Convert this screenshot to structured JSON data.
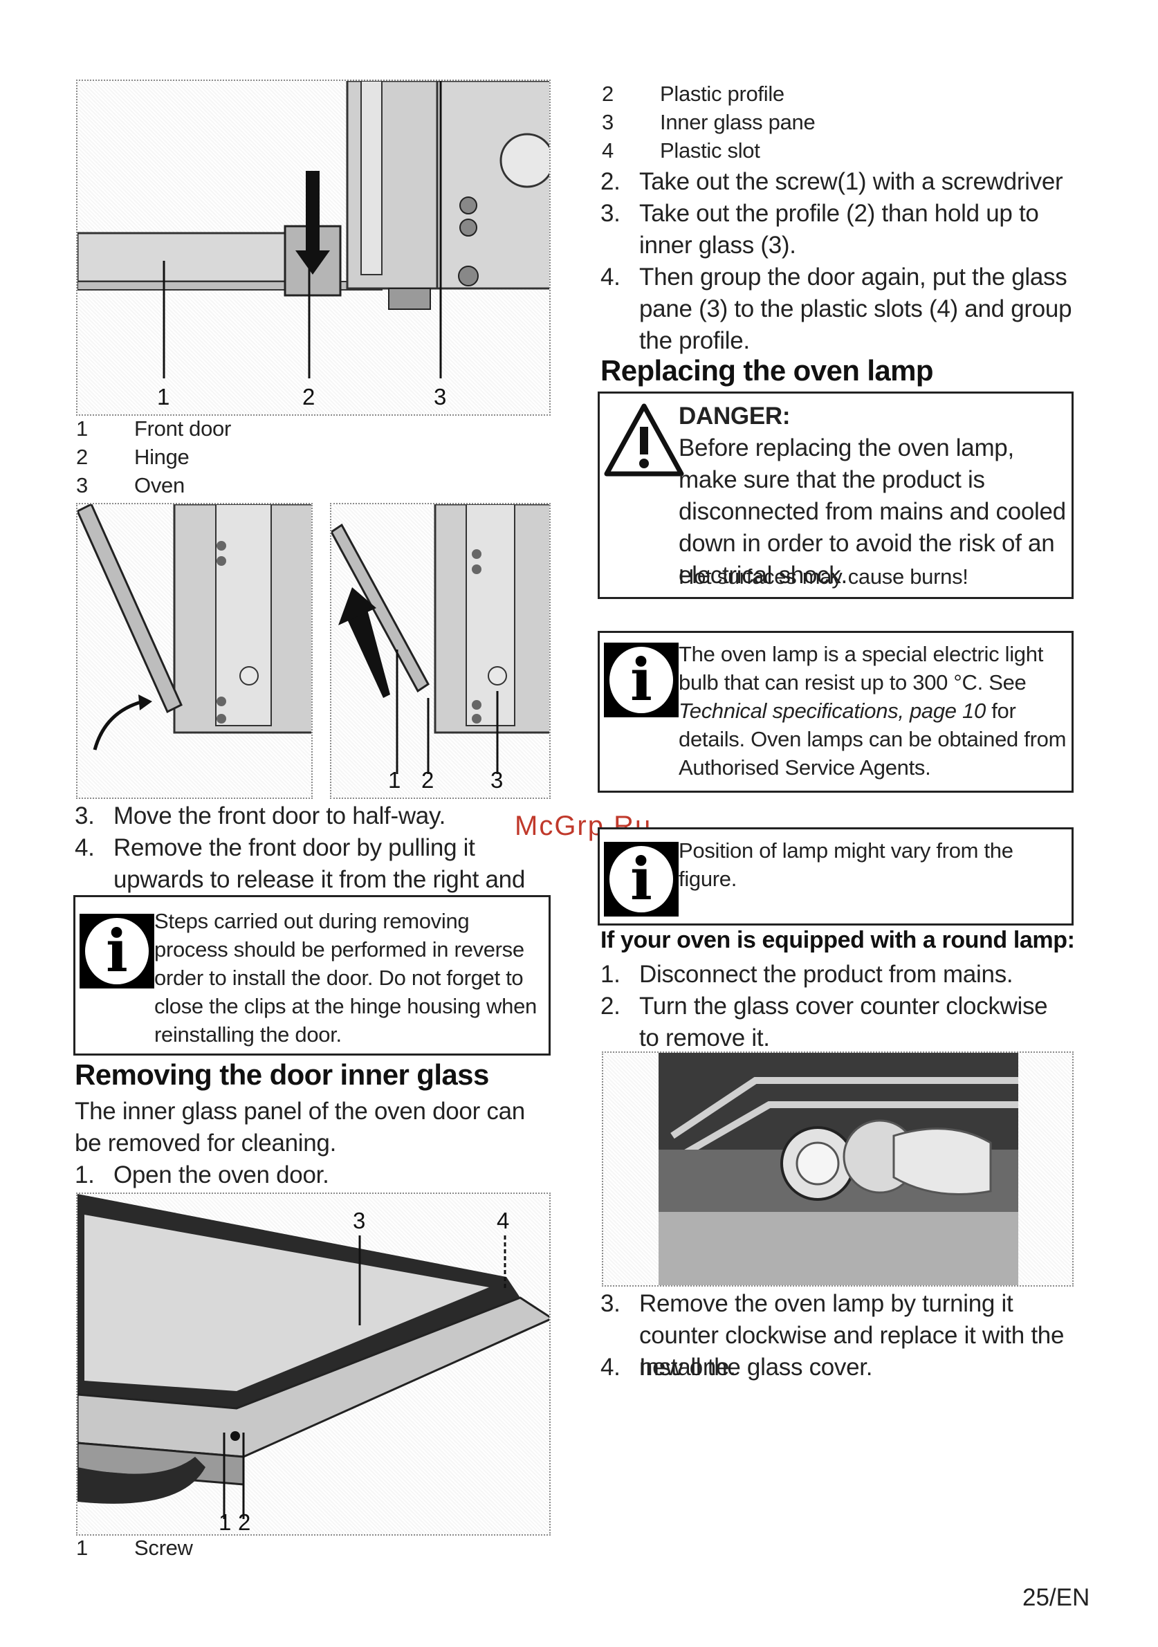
{
  "figure1": {
    "callouts": [
      "1",
      "2",
      "3"
    ],
    "legend": [
      {
        "num": "1",
        "label": "Front door"
      },
      {
        "num": "2",
        "label": "Hinge"
      },
      {
        "num": "3",
        "label": "Oven"
      }
    ]
  },
  "figure2": {
    "callouts": [
      "1",
      "2",
      "3"
    ]
  },
  "steps_a": [
    {
      "num": "3.",
      "text": "Move the front door to half-way."
    },
    {
      "num": "4.",
      "text": "Remove the front door by pulling it upwards to release it from the right and left hinges."
    }
  ],
  "note1": {
    "icon": "info-icon",
    "text": "Steps carried out during removing process should be performed in reverse order to install the door. Do not forget to close the clips at the hinge housing when reinstalling the door."
  },
  "section_inner_glass": {
    "heading": "Removing the door inner glass",
    "intro": "The inner glass panel of the oven door can be removed for cleaning.",
    "step1": {
      "num": "1.",
      "text": "Open the oven door."
    }
  },
  "figure3": {
    "callouts": [
      "3",
      "4",
      "1",
      "2"
    ],
    "legend_left": [
      {
        "num": "1",
        "label": "Screw"
      }
    ],
    "legend_right": [
      {
        "num": "2",
        "label": "Plastic profile"
      },
      {
        "num": "3",
        "label": "Inner glass pane"
      },
      {
        "num": "4",
        "label": "Plastic slot"
      }
    ]
  },
  "steps_b": [
    {
      "num": "2.",
      "text": "Take out the screw(1) with a screwdriver"
    },
    {
      "num": "3.",
      "text": "Take out the profile (2) than hold up to inner glass (3)."
    },
    {
      "num": "4.",
      "text": "Then group the door again, put the glass pane (3) to the plastic slots (4) and group the profile."
    }
  ],
  "section_lamp": {
    "heading": "Replacing the oven lamp",
    "danger_title": "DANGER:",
    "danger_text": "Before replacing the oven lamp, make sure that the product is disconnected from mains and cooled down in order to avoid the risk of an electrical shock.",
    "danger_sub": "Hot surfaces may cause burns!",
    "warning_icon": "warning-triangle-icon"
  },
  "note2": {
    "icon": "info-icon",
    "text_before": "The oven lamp is a special electric light bulb that can resist up to 300 °C. See ",
    "text_link": "Technical specifications, page 10",
    "text_after": " for details. Oven lamps can be obtained from Authorised Service Agents."
  },
  "note3": {
    "icon": "info-icon",
    "text": "Position of lamp might vary from the figure."
  },
  "round_lamp": {
    "subheading": "If your oven is equipped with a round lamp:",
    "steps": [
      {
        "num": "1.",
        "text": "Disconnect the product from mains."
      },
      {
        "num": "2.",
        "text": "Turn the glass cover counter clockwise to remove it."
      }
    ],
    "steps_after": [
      {
        "num": "3.",
        "text": "Remove the oven lamp by turning it counter clockwise and replace it with the new one."
      },
      {
        "num": "4.",
        "text": "Install the glass cover."
      }
    ]
  },
  "watermark": "McGrp.Ru",
  "page_number": "25/EN",
  "info_glyph": "i",
  "colors": {
    "watermark": "#c0392b",
    "text": "#222222",
    "border": "#222222"
  }
}
